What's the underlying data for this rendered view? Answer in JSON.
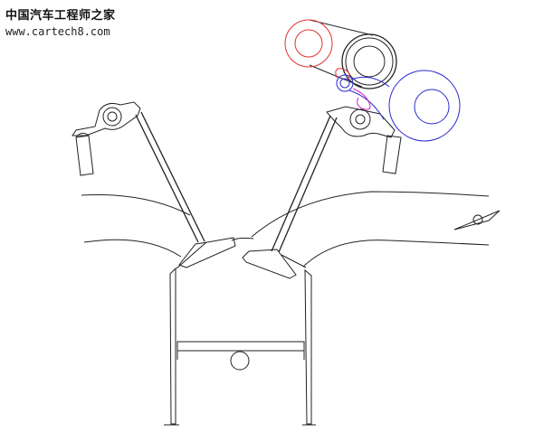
{
  "watermark": {
    "title": "中国汽车工程师之家",
    "url": "www.cartech8.com"
  },
  "colors": {
    "line": "#222222",
    "red_component": "#e03030",
    "blue_component": "#2a2ad0",
    "magenta_component": "#d020c0",
    "background": "#ffffff"
  },
  "components": [
    "left-rocker-arm",
    "left-rocker-pivot",
    "left-lash-adjuster",
    "left-valve-stem",
    "left-valve-head",
    "right-rocker-arm",
    "right-rocker-pivot",
    "right-lash-adjuster",
    "right-valve-stem",
    "right-valve-head",
    "camshaft",
    "red-eccentric-cam",
    "blue-eccentric-cam",
    "magenta-linkage",
    "intake-port",
    "exhaust-port",
    "fuel-injector",
    "cylinder-wall-left",
    "cylinder-wall-right",
    "piston",
    "piston-pin"
  ]
}
